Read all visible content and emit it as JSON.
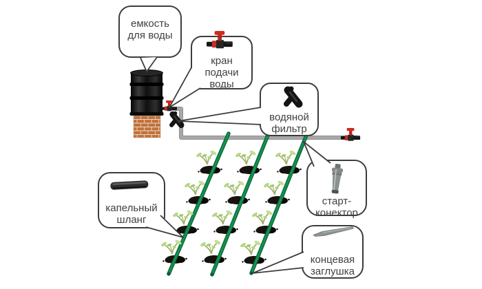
{
  "labels": {
    "tank": {
      "line1": "емкость",
      "line2": "для воды"
    },
    "supply_valve": {
      "line1": "кран",
      "line2": "подачи",
      "line3": "воды"
    },
    "water_filter": {
      "line1": "водяной",
      "line2": "фильтр"
    },
    "start_connector": {
      "line1": "старт-",
      "line2": "конектор"
    },
    "drip_hose": {
      "line1": "капельный",
      "line2": "шланг"
    },
    "end_plug": {
      "line1": "концевая",
      "line2": "заглушка"
    }
  },
  "icons": {
    "supply_valve": "tap-valve-icon",
    "water_filter": "y-filter-icon",
    "start_connector": "start-connector-icon",
    "drip_hose": "drip-hose-icon",
    "end_plug": "end-plug-icon"
  },
  "colors": {
    "background": "#ffffff",
    "bubble_border": "#3c3c3c",
    "text": "#3f3f3f",
    "pipe_gray": "#a8a8a8",
    "pipe_gray_dark": "#8e8e8e",
    "drip_green": "#149152",
    "drip_green_dark": "#0a6336",
    "valve_red": "#cf2a1e",
    "barrel_black": "#141414",
    "brick_orange": "#c1703c",
    "mortar": "#e6d7ba",
    "soil_dark": "#17120d",
    "leaf_green": "#b7d784"
  }
}
